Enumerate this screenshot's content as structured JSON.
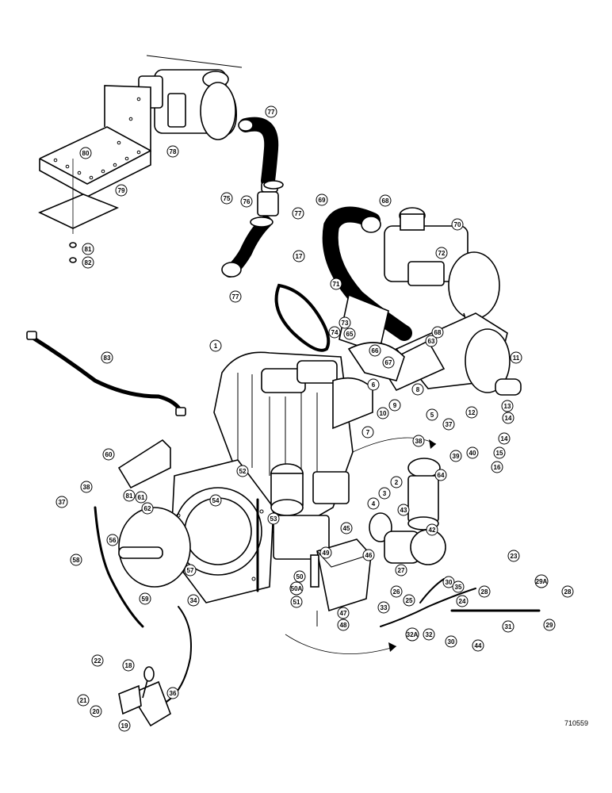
{
  "reference_code": "710559",
  "callouts": [
    {
      "id": "c1",
      "label": "1"
    },
    {
      "id": "c2",
      "label": "2"
    },
    {
      "id": "c3",
      "label": "3"
    },
    {
      "id": "c4",
      "label": "4"
    },
    {
      "id": "c5",
      "label": "5"
    },
    {
      "id": "c6",
      "label": "6"
    },
    {
      "id": "c7",
      "label": "7"
    },
    {
      "id": "c8",
      "label": "8"
    },
    {
      "id": "c9",
      "label": "9"
    },
    {
      "id": "c10",
      "label": "10"
    },
    {
      "id": "c11",
      "label": "11"
    },
    {
      "id": "c12",
      "label": "12"
    },
    {
      "id": "c13",
      "label": "13"
    },
    {
      "id": "c14",
      "label": "14"
    },
    {
      "id": "c14b",
      "label": "14"
    },
    {
      "id": "c15",
      "label": "15"
    },
    {
      "id": "c16",
      "label": "16"
    },
    {
      "id": "c17",
      "label": "17"
    },
    {
      "id": "c18",
      "label": "18"
    },
    {
      "id": "c19",
      "label": "19"
    },
    {
      "id": "c20",
      "label": "20"
    },
    {
      "id": "c21",
      "label": "21"
    },
    {
      "id": "c22",
      "label": "22"
    },
    {
      "id": "c23",
      "label": "23"
    },
    {
      "id": "c24",
      "label": "24"
    },
    {
      "id": "c25",
      "label": "25"
    },
    {
      "id": "c26",
      "label": "26"
    },
    {
      "id": "c27",
      "label": "27"
    },
    {
      "id": "c28",
      "label": "28"
    },
    {
      "id": "c28b",
      "label": "28"
    },
    {
      "id": "c29",
      "label": "29"
    },
    {
      "id": "c29a",
      "label": "29A"
    },
    {
      "id": "c30",
      "label": "30"
    },
    {
      "id": "c30b",
      "label": "30"
    },
    {
      "id": "c31",
      "label": "31"
    },
    {
      "id": "c32",
      "label": "32"
    },
    {
      "id": "c32a",
      "label": "32A"
    },
    {
      "id": "c33",
      "label": "33"
    },
    {
      "id": "c34",
      "label": "34"
    },
    {
      "id": "c35",
      "label": "35"
    },
    {
      "id": "c36",
      "label": "36"
    },
    {
      "id": "c37",
      "label": "37"
    },
    {
      "id": "c37b",
      "label": "37"
    },
    {
      "id": "c38",
      "label": "38"
    },
    {
      "id": "c38b",
      "label": "38"
    },
    {
      "id": "c39",
      "label": "39"
    },
    {
      "id": "c40",
      "label": "40"
    },
    {
      "id": "c42",
      "label": "42"
    },
    {
      "id": "c43",
      "label": "43"
    },
    {
      "id": "c44",
      "label": "44"
    },
    {
      "id": "c45",
      "label": "45"
    },
    {
      "id": "c46",
      "label": "46"
    },
    {
      "id": "c47",
      "label": "47"
    },
    {
      "id": "c48",
      "label": "48"
    },
    {
      "id": "c49",
      "label": "49"
    },
    {
      "id": "c50",
      "label": "50"
    },
    {
      "id": "c50a",
      "label": "50A"
    },
    {
      "id": "c51",
      "label": "51"
    },
    {
      "id": "c52",
      "label": "52"
    },
    {
      "id": "c53",
      "label": "53"
    },
    {
      "id": "c54",
      "label": "54"
    },
    {
      "id": "c56",
      "label": "56"
    },
    {
      "id": "c57",
      "label": "57"
    },
    {
      "id": "c58",
      "label": "58"
    },
    {
      "id": "c59",
      "label": "59"
    },
    {
      "id": "c60",
      "label": "60"
    },
    {
      "id": "c61",
      "label": "61"
    },
    {
      "id": "c62",
      "label": "62"
    },
    {
      "id": "c63",
      "label": "63"
    },
    {
      "id": "c64",
      "label": "64"
    },
    {
      "id": "c65",
      "label": "65"
    },
    {
      "id": "c66",
      "label": "66"
    },
    {
      "id": "c67",
      "label": "67"
    },
    {
      "id": "c68",
      "label": "68"
    },
    {
      "id": "c68b",
      "label": "68"
    },
    {
      "id": "c69",
      "label": "69"
    },
    {
      "id": "c70",
      "label": "70"
    },
    {
      "id": "c71",
      "label": "71"
    },
    {
      "id": "c72",
      "label": "72"
    },
    {
      "id": "c73",
      "label": "73"
    },
    {
      "id": "c74",
      "label": "74"
    },
    {
      "id": "c75",
      "label": "75"
    },
    {
      "id": "c76",
      "label": "76"
    },
    {
      "id": "c77",
      "label": "77"
    },
    {
      "id": "c77b",
      "label": "77"
    },
    {
      "id": "c77c",
      "label": "77"
    },
    {
      "id": "c78",
      "label": "78"
    },
    {
      "id": "c79",
      "label": "79"
    },
    {
      "id": "c80",
      "label": "80"
    },
    {
      "id": "c81",
      "label": "81"
    },
    {
      "id": "c81b",
      "label": "81"
    },
    {
      "id": "c82",
      "label": "82"
    },
    {
      "id": "c83",
      "label": "83"
    }
  ]
}
